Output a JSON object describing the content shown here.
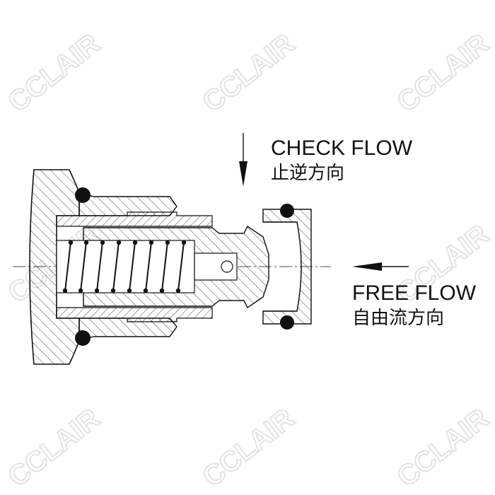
{
  "watermark": {
    "text": "CCLAIR",
    "color": "#e3e3e3"
  },
  "labels": {
    "check_flow_en": "CHECK FLOW",
    "check_flow_zh": "止逆方向",
    "free_flow_en": "FREE FLOW",
    "free_flow_zh": "自由流方向"
  },
  "colors": {
    "line": "#111111",
    "hatch": "#333333",
    "background": "#ffffff"
  }
}
